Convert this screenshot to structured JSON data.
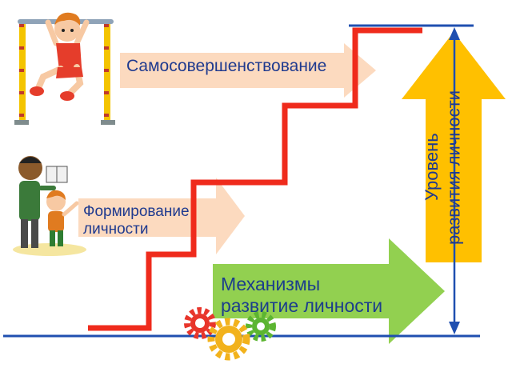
{
  "labels": {
    "self_improvement": "Самосовершенствование",
    "formation": "Формирование\nличности",
    "mechanisms": "Механизмы\nразвитие личности",
    "level": "Уровень\nразвития личности"
  },
  "colors": {
    "step_line": "#ef2b1c",
    "axis_line": "#1f4fb0",
    "peach_arrow": "#fbd4b4",
    "green_arrow": "#92d050",
    "yellow_arrow": "#ffc000",
    "text": "#1f3a8f"
  },
  "icons": {
    "top_left": "boy-on-horizontal-bar-icon",
    "middle_left": "father-and-son-reading-icon",
    "bottom": "gears-icon"
  }
}
